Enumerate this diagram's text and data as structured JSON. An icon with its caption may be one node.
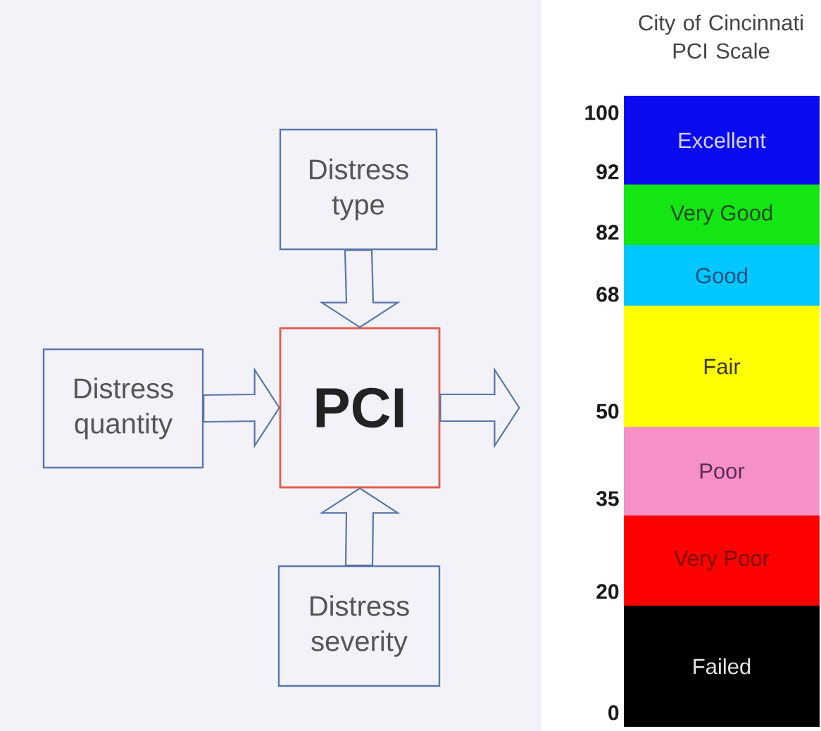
{
  "diagram": {
    "nodes": [
      {
        "text": [
          "Distress type"
        ]
      },
      {
        "text": [
          "Distress quantity"
        ]
      },
      {
        "text": [
          "PCI"
        ]
      },
      {
        "text": [
          "Distress severity"
        ]
      },
      {
        "text": [
          "Excellent"
        ]
      },
      {
        "text": [
          "Very Good"
        ]
      },
      {
        "text": [
          "Good"
        ]
      },
      {
        "text": [
          "Fair"
        ]
      },
      {
        "text": [
          "Poor"
        ]
      },
      {
        "text": [
          "Very Poor"
        ]
      },
      {
        "text": [
          "Failed"
        ]
      }
    ],
    "edges": [
      {
        "from": 0,
        "to": 2,
        "arrow": "to"
      },
      {
        "from": 1,
        "to": 2,
        "arrow": "to"
      },
      {
        "from": 3,
        "to": 2,
        "arrow": "to"
      },
      {
        "from": 2,
        "to": null,
        "arrow": "to"
      }
    ],
    "labels": [
      "City of Cincinnati PCI Scale",
      "100",
      "92",
      "82",
      "68",
      "50",
      "35",
      "20",
      "0"
    ]
  }
}
